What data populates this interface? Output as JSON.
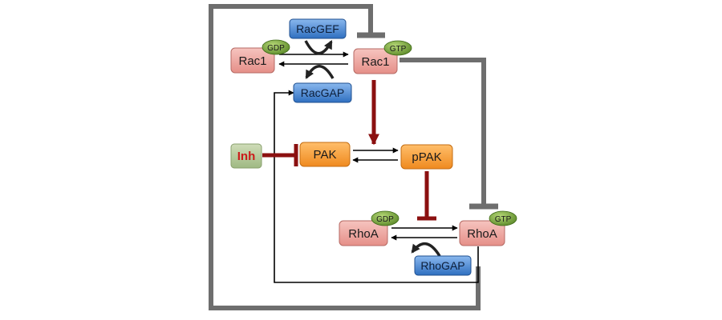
{
  "nodes": {
    "rac1_gdp": {
      "label": "Rac1",
      "badge": "GDP"
    },
    "rac1_gtp": {
      "label": "Rac1",
      "badge": "GTP"
    },
    "racgef": {
      "label": "RacGEF"
    },
    "racgap": {
      "label": "RacGAP"
    },
    "inh": {
      "label": "Inh"
    },
    "pak": {
      "label": "PAK"
    },
    "ppak": {
      "label": "pPAK"
    },
    "rhoa_gdp": {
      "label": "RhoA",
      "badge": "GDP"
    },
    "rhoa_gtp": {
      "label": "RhoA",
      "badge": "GTP"
    },
    "rhogap": {
      "label": "RhoGAP"
    }
  },
  "colors": {
    "rac_rho_fill": "#f0a9a3",
    "gef_gap_fill": "#5b93d8",
    "pak_fill": "#f7a13a",
    "inh_fill": "#b5c99b",
    "inh_text": "#cc1a1a",
    "badge_fill": "#86b24a",
    "feedback_line": "#6e6e6e",
    "activation_arrow": "#8b1010",
    "reaction_arrow": "#000000"
  }
}
